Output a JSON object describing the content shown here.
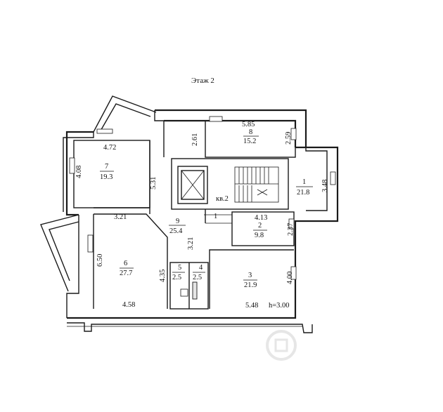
{
  "floor_label": "Этаж 2",
  "ceiling_height": "h=3.00",
  "apartment_label": "кв.2",
  "rooms": [
    {
      "id": "r1",
      "number": "1",
      "area": "21.8"
    },
    {
      "id": "r2",
      "number": "2",
      "area": "9.8"
    },
    {
      "id": "r3",
      "number": "3",
      "area": "21.9"
    },
    {
      "id": "r4",
      "number": "4",
      "area": "2.5"
    },
    {
      "id": "r5",
      "number": "5",
      "area": "2.5"
    },
    {
      "id": "r6",
      "number": "6",
      "area": "27.7"
    },
    {
      "id": "r7",
      "number": "7",
      "area": "19.3"
    },
    {
      "id": "r8",
      "number": "8",
      "area": "15.2"
    },
    {
      "id": "r9",
      "number": "9",
      "area": "25.4"
    }
  ],
  "dimensions": [
    {
      "id": "d1",
      "text": "5.85"
    },
    {
      "id": "d2",
      "text": "2.61"
    },
    {
      "id": "d3",
      "text": "2.59"
    },
    {
      "id": "d4",
      "text": "4.72"
    },
    {
      "id": "d5",
      "text": "4.08"
    },
    {
      "id": "d6",
      "text": "5.31"
    },
    {
      "id": "d7",
      "text": "3.48"
    },
    {
      "id": "d8",
      "text": "3.21"
    },
    {
      "id": "d9",
      "text": "4.13"
    },
    {
      "id": "d10",
      "text": "2.37"
    },
    {
      "id": "d11",
      "text": "3.21"
    },
    {
      "id": "d12",
      "text": "6.50"
    },
    {
      "id": "d13",
      "text": "4.35"
    },
    {
      "id": "d14",
      "text": "4.00"
    },
    {
      "id": "d15",
      "text": "4.58"
    },
    {
      "id": "d16",
      "text": "5.48"
    },
    {
      "id": "d17",
      "text": "1"
    }
  ],
  "colors": {
    "wall": "#1a1a1a",
    "background": "#ffffff",
    "watermark": "#e4e4e4"
  },
  "icons": [
    "elevator-shaft-icon",
    "staircase-icon",
    "toilet-icon"
  ]
}
